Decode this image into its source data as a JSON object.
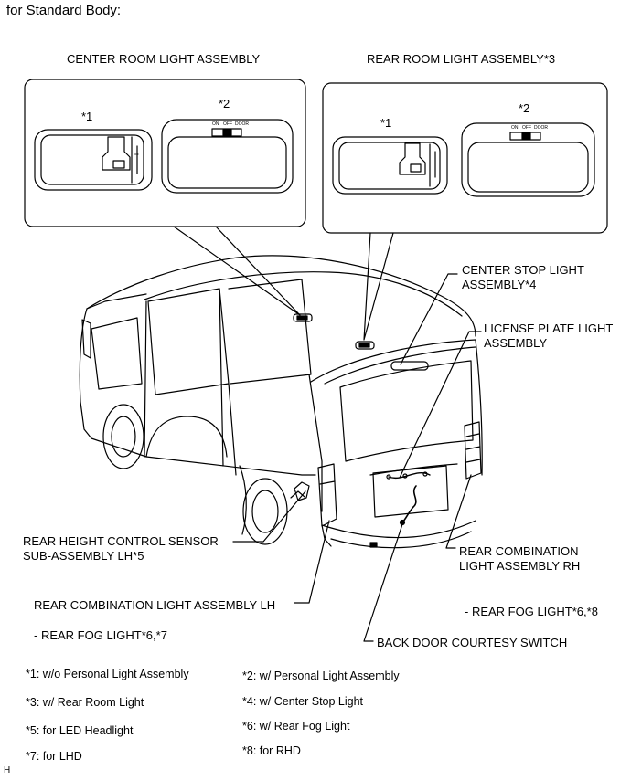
{
  "heading": "for Standard Body:",
  "callouts": {
    "center_room_title": "CENTER ROOM LIGHT ASSEMBLY",
    "rear_room_title": "REAR ROOM LIGHT ASSEMBLY*3",
    "center_marker_1": "*1",
    "center_marker_2": "*2",
    "rear_marker_1": "*1",
    "rear_marker_2": "*2",
    "lamp_switch_on": "ON",
    "lamp_switch_off": "OFF",
    "lamp_switch_door": "DOOR",
    "center_stop_line1": "CENTER STOP LIGHT",
    "center_stop_line2": "ASSEMBLY*4",
    "license_line1": "LICENSE PLATE LIGHT",
    "license_line2": "ASSEMBLY",
    "height_sensor_line1": "REAR HEIGHT CONTROL SENSOR",
    "height_sensor_line2": "SUB-ASSEMBLY LH*5",
    "rear_combo_rh_line1": "REAR COMBINATION",
    "rear_combo_rh_line2": "LIGHT ASSEMBLY RH",
    "rear_combo_lh": "REAR COMBINATION LIGHT ASSEMBLY LH",
    "rear_fog_rh": "- REAR FOG LIGHT*6,*8",
    "rear_fog_lh": "- REAR FOG LIGHT*6,*7",
    "back_door_switch": "BACK DOOR COURTESY SWITCH"
  },
  "notes": {
    "n1": "*1: w/o Personal Light Assembly",
    "n2": "*2: w/ Personal Light Assembly",
    "n3": "*3: w/ Rear Room Light",
    "n4": "*4: w/ Center Stop Light",
    "n5": "*5: for LED Headlight",
    "n6": "*6: w/ Rear Fog Light",
    "n7": "*7: for LHD",
    "n8": "*8: for RHD"
  },
  "corner_code": "H"
}
